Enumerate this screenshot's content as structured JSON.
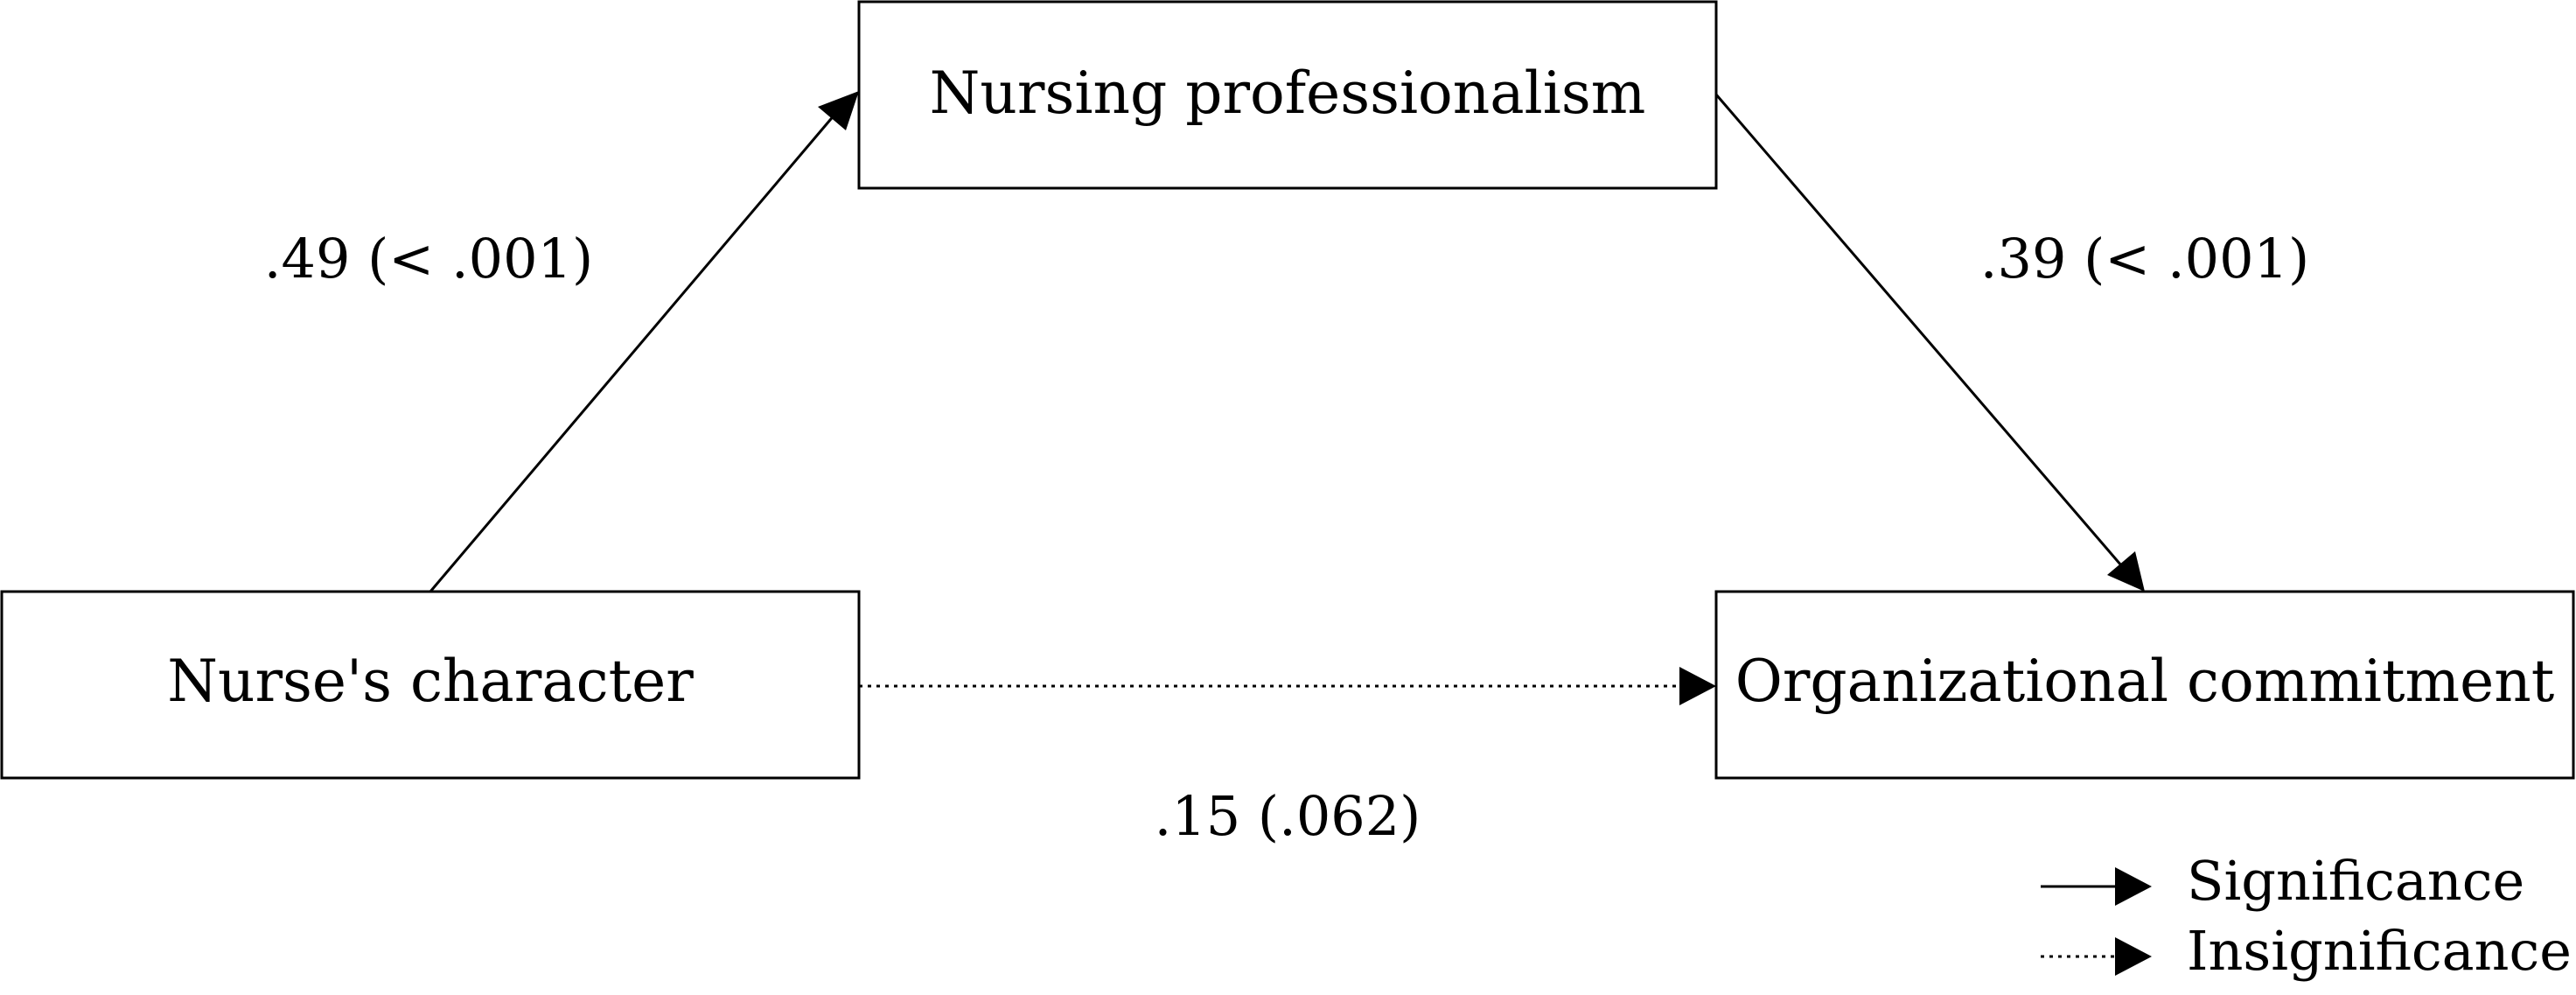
{
  "nodes": {
    "mediator": "Nursing professionalism",
    "independent": "Nurse's character",
    "dependent": "Organizational commitment"
  },
  "edges": {
    "a_path": ".49 (< .001)",
    "b_path": ".39 (< .001)",
    "c_path": ".15 (.062)"
  },
  "legend": {
    "significance": "Significance",
    "insignificance": "Insignificance"
  }
}
